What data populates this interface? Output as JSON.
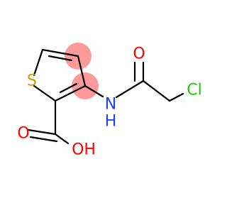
{
  "molecule": {
    "atoms": {
      "sulfur": {
        "symbol": "S",
        "color": "#c8a000"
      },
      "nitrogen": {
        "symbol": "N",
        "color": "#1f3fff"
      },
      "hydrogen_on_n": {
        "symbol": "H",
        "color": "#1f3fff"
      },
      "carbonyl_oxygen": {
        "symbol": "O",
        "color": "#ff0000"
      },
      "chlorine": {
        "symbol": "Cl",
        "color": "#22cc00"
      },
      "hydroxyl": {
        "symbol": "OH",
        "color": "#ff0000"
      }
    },
    "highlight": {
      "color": "#ff9a9a"
    }
  }
}
